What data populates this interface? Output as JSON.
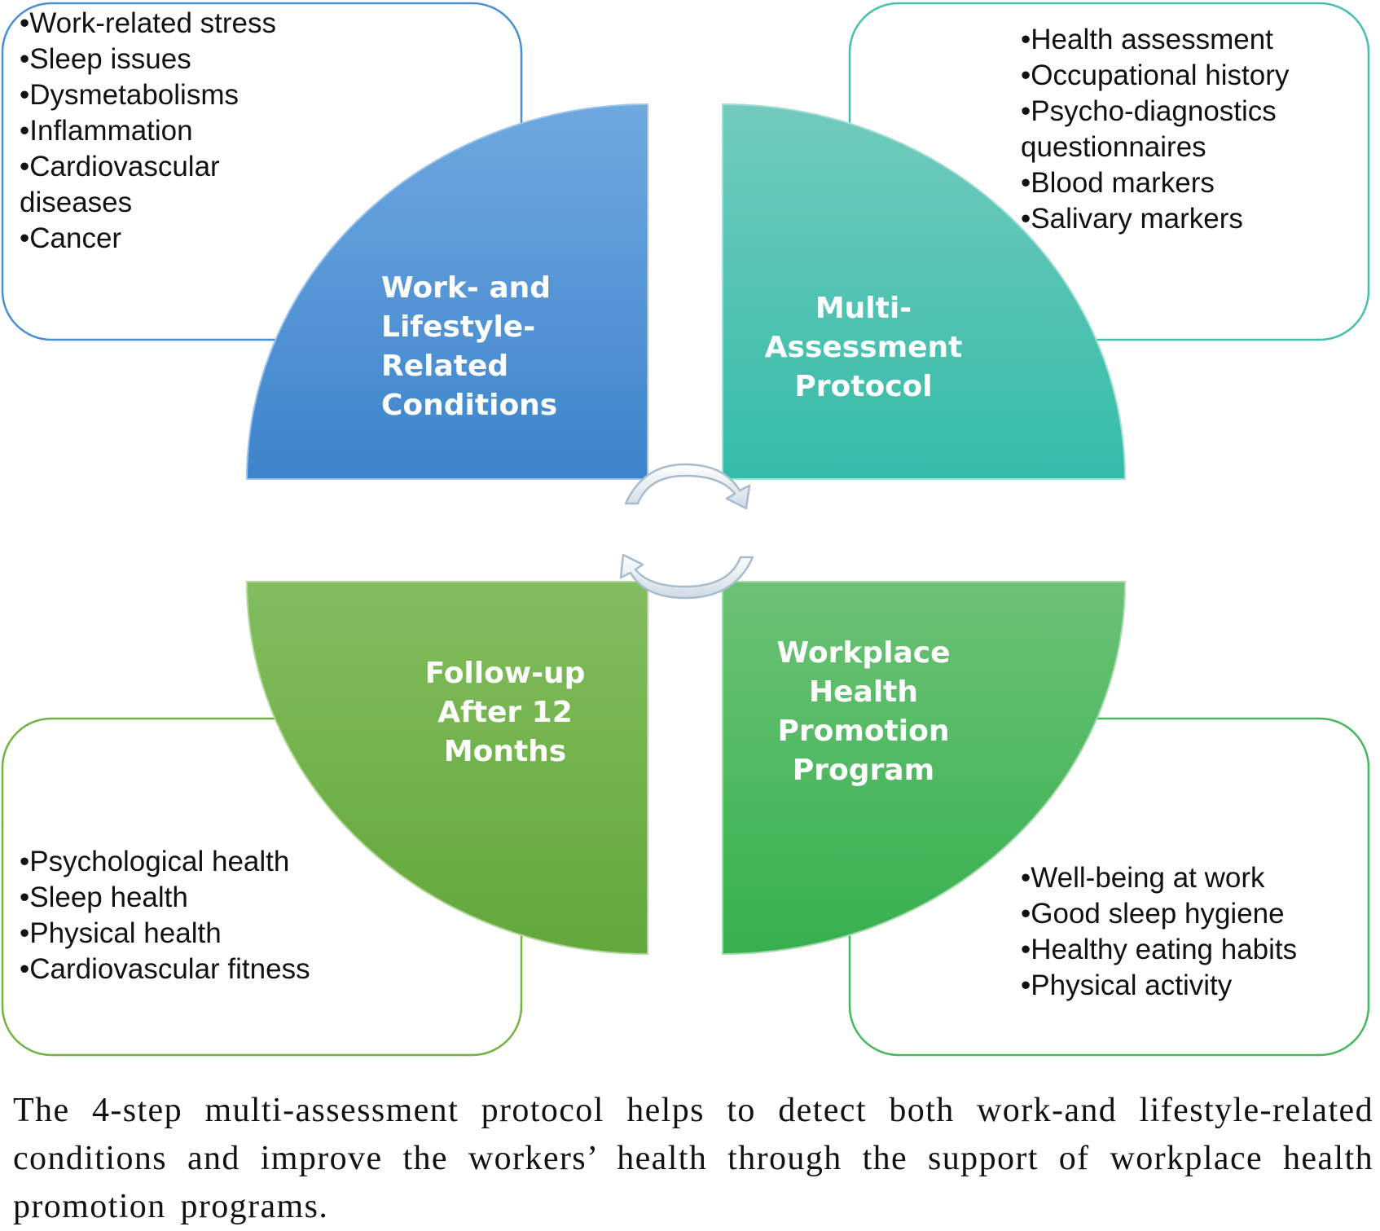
{
  "quadrants": {
    "top_left": {
      "label_lines": [
        "Work- and",
        "Lifestyle-",
        "Related",
        "Conditions"
      ],
      "color": "#4a8fd3",
      "items": [
        "•Work-related stress",
        "•Sleep issues",
        "•Dysmetabolisms",
        "•Inflammation",
        "•Cardiovascular",
        "diseases",
        "•Cancer"
      ]
    },
    "top_right": {
      "label_lines": [
        "Multi-",
        "Assessment",
        "Protocol"
      ],
      "color": "#45bfb0",
      "items": [
        "•Health assessment",
        "•Occupational history",
        "•Psycho-diagnostics",
        "questionnaires",
        "•Blood markers",
        "•Salivary markers"
      ]
    },
    "bottom_left": {
      "label_lines": [
        "Follow-up",
        "After 12",
        "Months"
      ],
      "color": "#72b244",
      "items": [
        "•Psychological health",
        "•Sleep health",
        "•Physical health",
        "•Cardiovascular fitness"
      ]
    },
    "bottom_right": {
      "label_lines": [
        "Workplace",
        "Health",
        "Promotion",
        "Program"
      ],
      "color": "#47b75e",
      "items": [
        "•Well-being at work",
        "•Good sleep hygiene",
        "•Healthy eating habits",
        "•Physical activity"
      ]
    }
  },
  "arrows": {
    "cycle-arrow-top": "clockwise",
    "cycle-arrow-bottom": "clockwise"
  },
  "caption": "The 4-step multi-assessment protocol helps to detect both work-and lifestyle-related conditions and improve the workers’ health through the support of workplace health promotion programs."
}
